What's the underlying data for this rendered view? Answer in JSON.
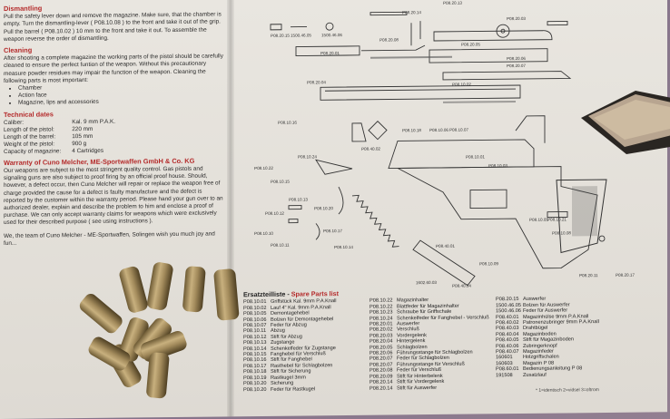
{
  "left": {
    "dismantling": {
      "heading": "Dismantling",
      "text": "Pull the safety lever down and remove the magazine. Make sure, that the chamber is empty. Turn the dismantling-lever ( P08.10.08 ) to the front and take it out of the grip. Pull the barrel ( P08.10.02 ) 10 mm to the front and take it out. To assemble the weapon reverse the order of dismantling."
    },
    "cleaning": {
      "heading": "Cleaning",
      "text": "After shooting a complete magazine the working parts of the pistol should be carefully cleaned to ensure the perfect funtion of the weapon. Without this precautionary measure powder residues may impair the function of the weapon. Cleaning the following parts is most important:",
      "items": [
        "Chamber",
        "Action face",
        "Magazine, lips and accessories"
      ]
    },
    "technical": {
      "heading": "Technical dates",
      "rows": [
        [
          "Caliber:",
          "Kal. 9 mm P.A.K."
        ],
        [
          "Length of the pistol:",
          "220 mm"
        ],
        [
          "Length of the barrel:",
          "105 mm"
        ],
        [
          "Weight of the pistol:",
          "900 g"
        ],
        [
          "Capacity of magazine:",
          "4 Cartridges"
        ]
      ]
    },
    "warranty": {
      "heading": "Warranty of Cuno Melcher, ME-Sportwaffen GmbH & Co. KG",
      "text": "Our weapons are subject to the most stringent quality control. Gas pistols and signaling guns are also subject to proof firing by an official proof house. Should, however, a defect occur, then Cuno Melcher will repair or replace the weapon free of charge provided the cause for a defect is faulty manufacture and the defect is reported by the customer within the warranty period. Please hand your gun over to an authorized dealer, explain and describe the problem to him and enclose a proof of purchase. We can only accept warranty claims for weapons which were exclusively used for their described purpose ( see using instructions ).",
      "closing": "We, the team of Cuno Melcher - ME-Sportwaffen, Solingen wish you much joy and fun..."
    }
  },
  "diagram_labels": [
    "P08.20.15",
    "1500.46.05",
    "1500.46.06",
    "P08.20.01",
    "P08.20.08",
    "P08.20.14",
    "P08.20.13",
    "P08.20.03",
    "P08.20.05",
    "P08.20.04",
    "P08.20.07",
    "P08.20.06",
    "P08.10.02",
    "P08.10.03",
    "P08.10.24",
    "P08.10.16",
    "P08.40.02",
    "P08.10.18",
    "P08.10.06",
    "P08.10.07",
    "P08.10.22",
    "P08.10.12",
    "P08.10.01",
    "P08.10.13",
    "P08.10.15",
    "P08.10.20",
    "P08.10.11",
    "P08.10.14",
    "P08.10.10",
    "P08.10.17",
    "P08.10.21",
    "P08.10.05",
    "P08.10.08",
    "P08.10.09",
    "P08.40.01",
    "P08.40.04",
    "1602.60.03",
    "P08.20.11",
    "P08.20.17"
  ],
  "spare_parts": {
    "title_de": "Ersatzteilliste",
    "title_en": "Spare Parts list",
    "columns": [
      [
        [
          "P08.10.01",
          "Griffstück Kal. 9mm P.A.Knall"
        ],
        [
          "P08.10.02",
          "Lauf 4\" Kal. 9mm P.A.Knall"
        ],
        [
          "P08.10.05",
          "Demontagehebel"
        ],
        [
          "P08.10.06",
          "Bolzen für Demontagehebel"
        ],
        [
          "P08.10.07",
          "Feder für Abzug"
        ],
        [
          "P08.10.11",
          "Abzug"
        ],
        [
          "P08.10.12",
          "Stift für Abzug"
        ],
        [
          "P08.10.13",
          "Zugstange"
        ],
        [
          "P08.10.14",
          "Schenkelfeder für Zugstange"
        ],
        [
          "P08.10.15",
          "Fanghebel für Verschluß"
        ],
        [
          "P08.10.16",
          "Stift für Fanghebel"
        ],
        [
          "P08.10.17",
          "Rasthebel für Schlagbolzen"
        ],
        [
          "P08.10.18",
          "Stift für Sicherung"
        ],
        [
          "P08.10.19",
          "Rastkugel 3mm"
        ],
        [
          "P08.10.20",
          "Sicherung"
        ],
        [
          "P08.10.20",
          "Feder für Rastkugel"
        ]
      ],
      [
        [
          "P08.10.22",
          "Magazinhalter"
        ],
        [
          "P08.10.22",
          "Blattfeder für Magazinhalter"
        ],
        [
          "P08.10.23",
          "Schraube für Griffschale"
        ],
        [
          "P08.10.24",
          "Schenkelfeder für Fanghebel - Verschluß"
        ],
        [
          "P08.20.01",
          "Auswerfer"
        ],
        [
          "P08.20.02",
          "Verschluß"
        ],
        [
          "P08.20.03",
          "Vordergelenk"
        ],
        [
          "P08.20.04",
          "Hintergelenk"
        ],
        [
          "P08.20.05",
          "Schlagbolzen"
        ],
        [
          "P08.20.06",
          "Führungsstange für Schlagbolzen"
        ],
        [
          "P08.20.07",
          "Feder für Schlagbolzen"
        ],
        [
          "P08.20.07",
          "Führungsstange für Verschluß"
        ],
        [
          "P08.20.08",
          "Feder für Verschluß"
        ],
        [
          "P08.20.09",
          "Stift für Hinterbelenk"
        ],
        [
          "P08.20.14",
          "Stift für Vordergelenk"
        ],
        [
          "P08.20.14",
          "Stift für Auswerfer"
        ]
      ],
      [
        [
          "P08.20.15",
          "Auswerfer"
        ],
        [
          "1500.46.05",
          "Bolzen für Auswerfer"
        ],
        [
          "1500.46.06",
          "Feder für Auswerfer"
        ],
        [
          "P08.40.01",
          "Magazinhülse 9mm P.A.Knall"
        ],
        [
          "P08.40.02",
          "Patronenzubringer 9mm P.A.Knall"
        ],
        [
          "P08.40.03",
          "Drahtbügel"
        ],
        [
          "P08.40.04",
          "Magazinboden"
        ],
        [
          "P08.40.05",
          "Stift für Magazinboden"
        ],
        [
          "P08.40.06",
          "Zubringerknopf"
        ],
        [
          "P08.40.07",
          "Magazinfeder"
        ],
        [
          "160601",
          "Holzgriffschalen"
        ],
        [
          "160603",
          "Magazin P 08"
        ],
        [
          "P08.60.01",
          "Bedienungsanleitung P 08"
        ],
        [
          "191508",
          "Zusatzlauf"
        ]
      ]
    ]
  },
  "footnote": "*  1=identisch   2=vidsel   3=oftrom"
}
